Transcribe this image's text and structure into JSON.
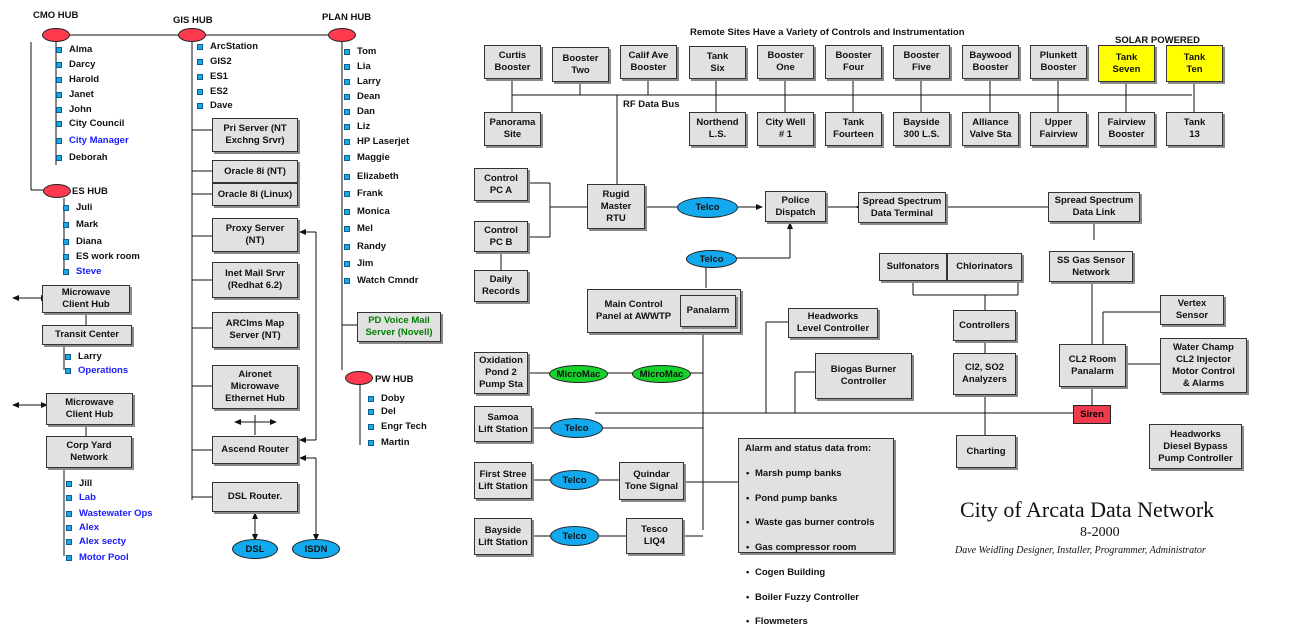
{
  "header": {
    "remote_sites": "Remote Sites Have a Variety of Controls and Instrumentation",
    "solar_powered": "SOLAR POWERED",
    "rf_data_bus": "RF Data Bus"
  },
  "hubs": {
    "cmo": {
      "label": "CMO HUB",
      "items": [
        "Alma",
        "Darcy",
        "Harold",
        "Janet",
        "John",
        "City Council",
        "City Manager",
        "Deborah"
      ]
    },
    "gis": {
      "label": "GIS HUB",
      "items": [
        "ArcStation",
        "GIS2",
        "ES1",
        "ES2",
        "Dave"
      ]
    },
    "plan": {
      "label": "PLAN HUB",
      "items": [
        "Tom",
        "Lia",
        "Larry",
        "Dean",
        "Dan",
        "Liz",
        "HP Laserjet",
        "Maggie",
        "Elizabeth",
        "Frank",
        "Monica",
        "Mel",
        "Randy",
        "Jim",
        "Watch Cmndr"
      ]
    },
    "es": {
      "label": "ES HUB",
      "items": [
        "Juli",
        "Mark",
        "Diana",
        "ES work room",
        "Steve"
      ]
    },
    "pw": {
      "label": "PW HUB",
      "items": [
        "Doby",
        "Del",
        "Engr Tech",
        "Martin"
      ]
    }
  },
  "lists": {
    "transit": [
      "Larry",
      "Operations"
    ],
    "corp": [
      "Jill",
      "Lab",
      "Wastewater Ops",
      "Alex",
      "Alex secty",
      "Motor Pool"
    ]
  },
  "boxes": {
    "pri_server": "Pri Server (NT\nExchng Srvr)",
    "oracle_nt": "Oracle 8i (NT)",
    "oracle_linux": "Oracle 8i (Linux)",
    "proxy_server": "Proxy Server\n(NT)",
    "inet_mail": "Inet Mail Srvr\n(Redhat 6.2)",
    "arcims": "ARCIms Map\nServer (NT)",
    "aironet": "Aironet\nMicrowave\nEthernet Hub",
    "ascend": "Ascend Router",
    "dsl_router": "DSL Router.",
    "pd_voice": "PD Voice Mail\nServer (Novell)",
    "mw_client1": "Microwave\nClient Hub",
    "transit_center": "Transit Center",
    "mw_client2": "Microwave\nClient Hub",
    "corp_yard": "Corp Yard\nNetwork",
    "curtis": "Curtis\nBooster",
    "booster_two": "Booster\nTwo",
    "calif_ave": "Calif Ave\nBooster",
    "tank_six": "Tank\nSix",
    "booster_one": "Booster\nOne",
    "booster_four": "Booster\nFour",
    "booster_five": "Booster\nFive",
    "baywood": "Baywood\nBooster",
    "plunkett": "Plunkett\nBooster",
    "tank_seven": "Tank\nSeven",
    "tank_ten": "Tank\nTen",
    "panorama": "Panorama\nSite",
    "northend": "Northend\nL.S.",
    "city_well": "City Well\n# 1",
    "tank_fourteen": "Tank\nFourteen",
    "bayside_300": "Bayside\n300 L.S.",
    "alliance": "Alliance\nValve Sta",
    "upper_fairview": "Upper\nFairview",
    "fairview_booster": "Fairview\nBooster",
    "tank_13": "Tank\n13",
    "control_a": "Control\nPC  A",
    "control_b": "Control\nPC  B",
    "daily_records": "Daily\nRecords",
    "rugid": "Rugid\nMaster\nRTU",
    "police": "Police\nDispatch",
    "ss_terminal": "Spread Spectrum\nData Terminal",
    "ss_link": "Spread Spectrum\nData Link",
    "main_control": "Main Control\nPanel at AWWTP",
    "panalarm": "Panalarm",
    "headworks_level": "Headworks\nLevel Controller",
    "sulfonators": "Sulfonators",
    "chlorinators": "Chlorinators",
    "ss_gas": "SS Gas Sensor\nNetwork",
    "vertex": "Vertex\nSensor",
    "controllers": "Controllers",
    "oxidation": "Oxidation\nPond 2\nPump Sta",
    "biogas": "Biogas Burner\nController",
    "cl2_so2": "Cl2, SO2\nAnalyzers",
    "cl2_room": "CL2 Room\nPanalarm",
    "water_champ": "Water Champ\nCL2 Injector\nMotor Control\n& Alarms",
    "samoa": "Samoa\nLift Station",
    "charting": "Charting",
    "headworks_diesel": "Headworks\nDiesel Bypass\nPump Controller",
    "first_stree": "First Stree\nLift Station",
    "quindar": "Quindar\nTone Signal",
    "bayside_lift": "Bayside\nLift Station",
    "tesco": "Tesco\nLIQ4"
  },
  "ovals": {
    "telco": "Telco",
    "micromac": "MicroMac",
    "dsl": "DSL",
    "isdn": "ISDN",
    "siren": "Siren"
  },
  "alarm": {
    "title": "Alarm and status data from:",
    "items": [
      "Marsh pump banks",
      "Pond pump banks",
      "Waste gas burner controls",
      "Gas compressor room",
      "Cogen Building",
      "Boiler Fuzzy Controller",
      "Flowmeters"
    ]
  },
  "titleblock": {
    "title": "City of Arcata Data Network",
    "date": "8-2000",
    "credit": "Dave Weidling  Designer, Installer, Programmer, Administrator"
  },
  "colors": {
    "hub_red": "#ff3a4e",
    "telco_blue": "#12a9ee",
    "micromac_green": "#16d12a",
    "solar_yellow": "#ffff00",
    "box_gray": "#e1e1e1"
  }
}
